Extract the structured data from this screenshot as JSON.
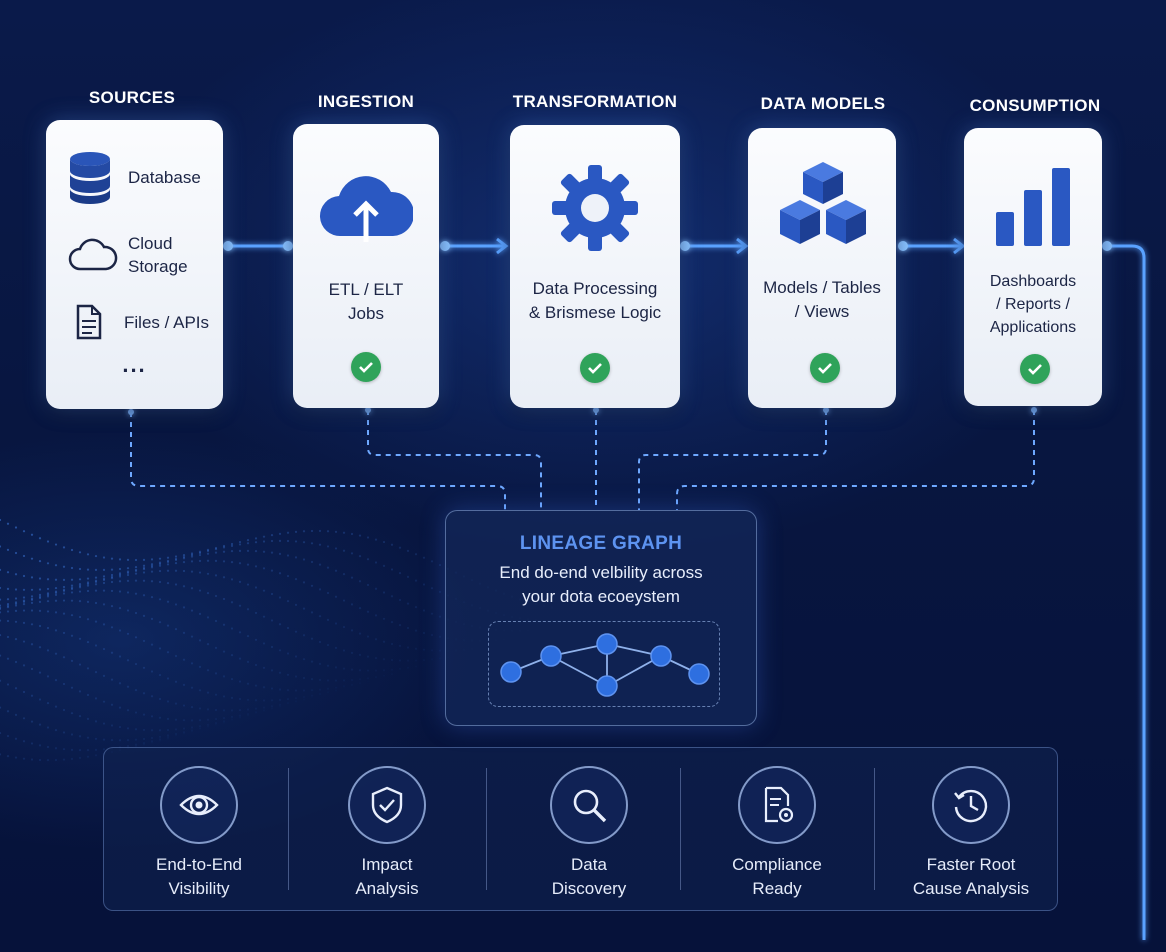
{
  "stages": [
    {
      "id": "sources",
      "title": "SOURCES"
    },
    {
      "id": "ingestion",
      "title": "INGESTION"
    },
    {
      "id": "transformation",
      "title": "TRANSFORMATION"
    },
    {
      "id": "data_models",
      "title": "DATA MODELS"
    },
    {
      "id": "consumption",
      "title": "CONSUMPTION"
    }
  ],
  "sources": {
    "items": [
      {
        "icon": "database-icon",
        "label": "Database"
      },
      {
        "icon": "cloud-icon",
        "label": "Cloud\nStorage"
      },
      {
        "icon": "file-icon",
        "label": "Files / APIs"
      }
    ],
    "more": "..."
  },
  "ingestion": {
    "icon": "cloud-upload-icon",
    "label": "ETL / ELT\nJobs"
  },
  "transformation": {
    "icon": "gear-icon",
    "label": "Data Processing\n& Brismese Logic"
  },
  "data_models": {
    "icon": "cubes-icon",
    "label": "Models / Tables\n/ Views"
  },
  "consumption": {
    "icon": "bar-chart-icon",
    "label": "Dashboards\n/ Reports /\nApplications"
  },
  "lineage": {
    "title": "LINEAGE GRAPH",
    "subtitle": "End do-end velbility across\nyour dota ecoeystem"
  },
  "benefits": [
    {
      "icon": "eye-icon",
      "label": "End-to-End\nVisibility"
    },
    {
      "icon": "shield-check-icon",
      "label": "Impact\nAnalysis"
    },
    {
      "icon": "magnifier-icon",
      "label": "Data\nDiscovery"
    },
    {
      "icon": "document-icon",
      "label": "Compliance\nReady"
    },
    {
      "icon": "clock-history-icon",
      "label": "Faster Root\nCause Analysis"
    }
  ],
  "colors": {
    "accent": "#2f5fc8",
    "lineage_title": "#5d93f0",
    "check": "#2fa35a",
    "background": "#081640"
  }
}
